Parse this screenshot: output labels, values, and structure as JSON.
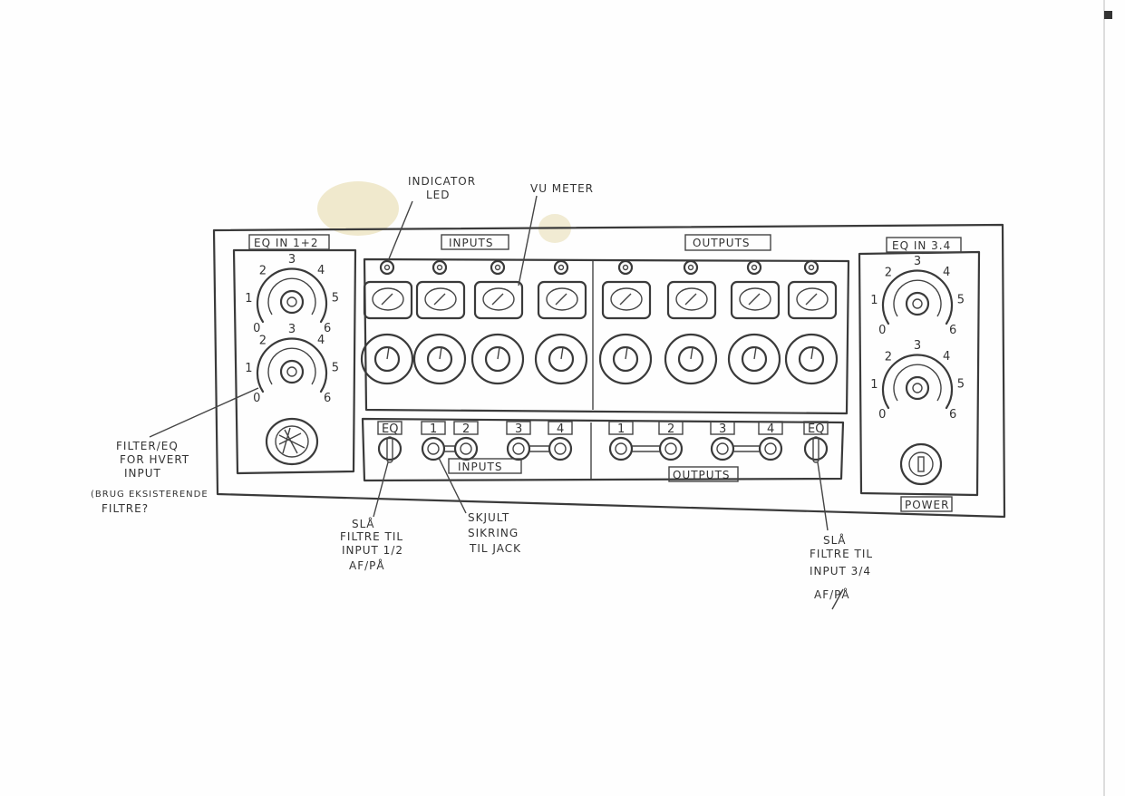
{
  "panel": {
    "eq_left_label": "EQ IN 1+2",
    "eq_right_label": "EQ IN 3.4",
    "inputs_label": "INPUTS",
    "outputs_label": "OUTPUTS",
    "power_label": "POWER",
    "knob_scale": [
      "0",
      "1",
      "2",
      "3",
      "4",
      "5",
      "6"
    ],
    "input_jacks": [
      "EQ",
      "1",
      "2",
      "3",
      "4"
    ],
    "output_jacks": [
      "1",
      "2",
      "3",
      "4",
      "EQ"
    ],
    "bottom_inputs_label": "INPUTS",
    "bottom_outputs_label": "OUTPUTS",
    "channel_count": 8
  },
  "annotations": {
    "indicator_led": [
      "INDICATOR",
      "LED"
    ],
    "vu_meter": "VU METER",
    "filter_eq": [
      "FILTER/EQ",
      "FOR HVERT",
      "INPUT",
      "(BRUG EKSISTERENDE",
      "FILTRE?"
    ],
    "switch_left": [
      "SLÅ",
      "FILTRE TIL",
      "INPUT 1/2",
      "AF/PÅ"
    ],
    "jack_protection": [
      "SKJULT",
      "SIKRING",
      "TIL JACK"
    ],
    "switch_right": [
      "SLÅ",
      "FILTRE TIL",
      "INPUT 3/4",
      "AF/PÅ"
    ]
  },
  "colors": {
    "ink": "#3a3a3a",
    "stain": "#e8dfb8"
  }
}
